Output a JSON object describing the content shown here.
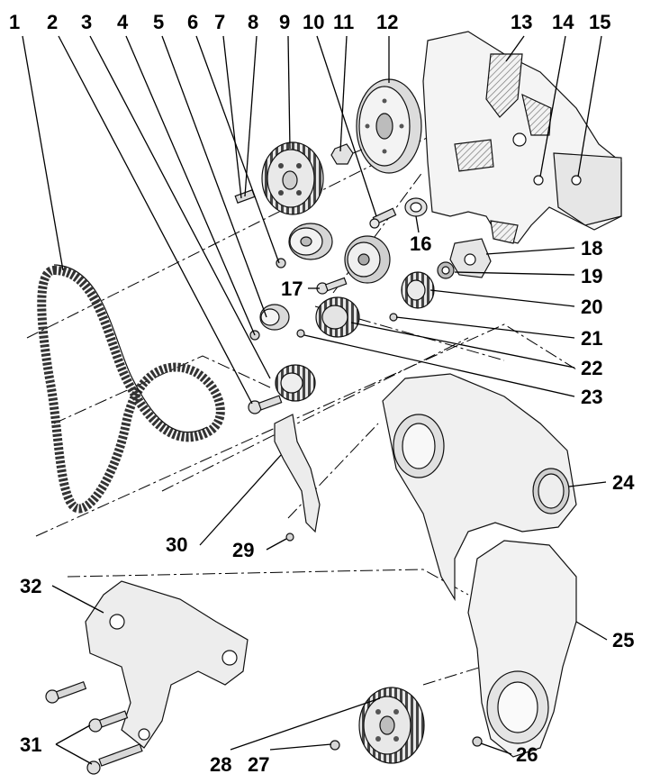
{
  "labels": [
    "1",
    "2",
    "3",
    "4",
    "5",
    "6",
    "7",
    "8",
    "9",
    "10",
    "11",
    "12",
    "13",
    "14",
    "15",
    "16",
    "17",
    "18",
    "19",
    "20",
    "21",
    "22",
    "23",
    "24",
    "25",
    "26",
    "27",
    "28",
    "29",
    "30",
    "31",
    "32"
  ],
  "colors": {
    "ink": "#000000",
    "part_fill": "#f1f1f1",
    "part_shade": "#c8c8c8",
    "belt": "#333333"
  }
}
